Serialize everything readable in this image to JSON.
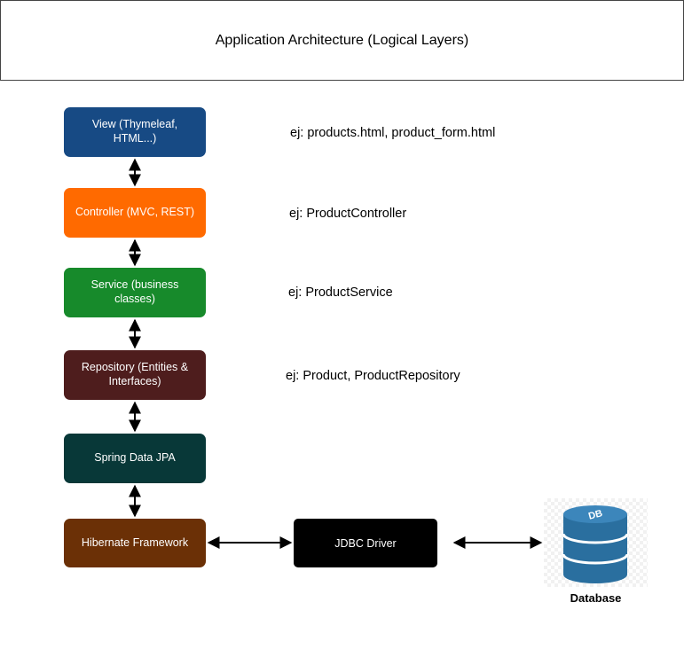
{
  "title": "Application Architecture (Logical Layers)",
  "layers": [
    {
      "label": "View (Thymeleaf, HTML...)",
      "color": "#174a84"
    },
    {
      "label": "Controller (MVC, REST)",
      "color": "#ff6a00"
    },
    {
      "label": "Service (business classes)",
      "color": "#178a2b"
    },
    {
      "label": "Repository (Entities & Interfaces)",
      "color": "#4e1d1d"
    },
    {
      "label": "Spring Data JPA",
      "color": "#083838"
    },
    {
      "label": "Hibernate Framework",
      "color": "#6b3006"
    }
  ],
  "notes": [
    "ej: products.html, product_form.html",
    "ej: ProductController",
    "ej: ProductService",
    "ej: Product, ProductRepository"
  ],
  "jdbc_label": "JDBC Driver",
  "database": {
    "label": "Database",
    "icon_text": "DB",
    "color": "#2a6f9f"
  }
}
